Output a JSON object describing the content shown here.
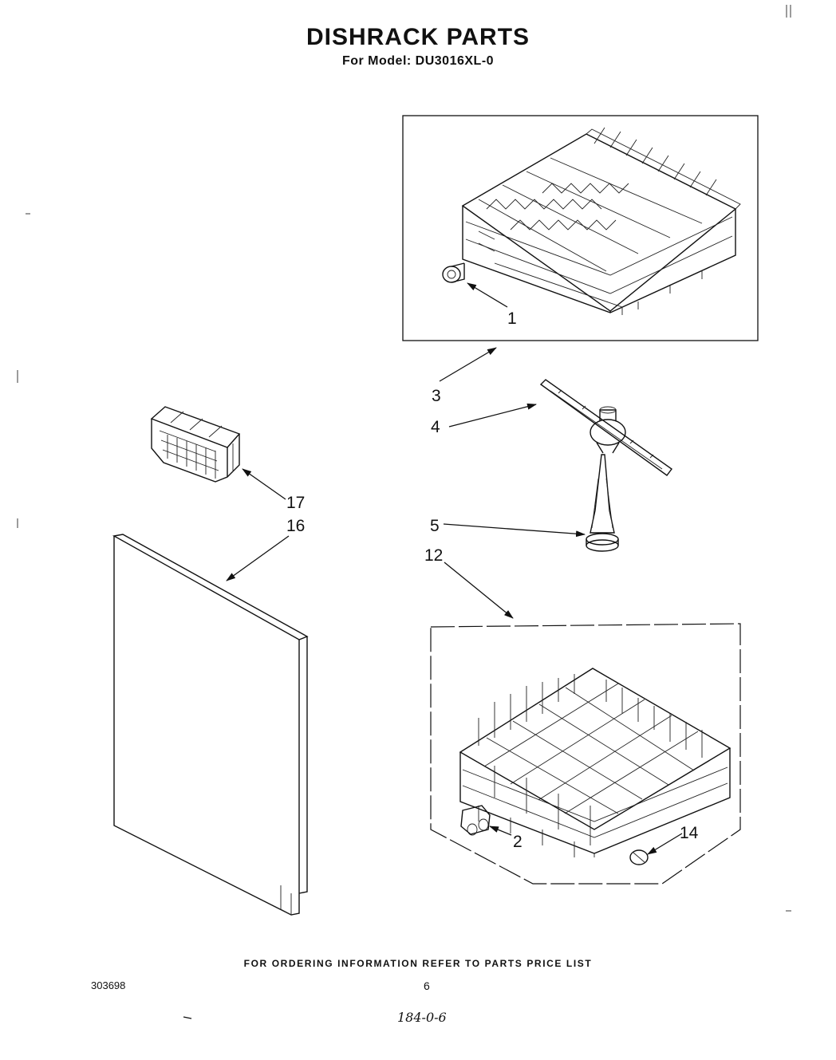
{
  "header": {
    "title": "DISHRACK PARTS",
    "subtitle": "For Model: DU3016XL-0"
  },
  "callouts": {
    "c1": "1",
    "c2": "2",
    "c3": "3",
    "c4": "4",
    "c5": "5",
    "c12": "12",
    "c14": "14",
    "c16": "16",
    "c17": "17"
  },
  "footer": {
    "note": "FOR ORDERING INFORMATION REFER TO PARTS PRICE LIST",
    "doc_number": "303698",
    "page_number": "6",
    "handwritten": "184-0-6"
  }
}
